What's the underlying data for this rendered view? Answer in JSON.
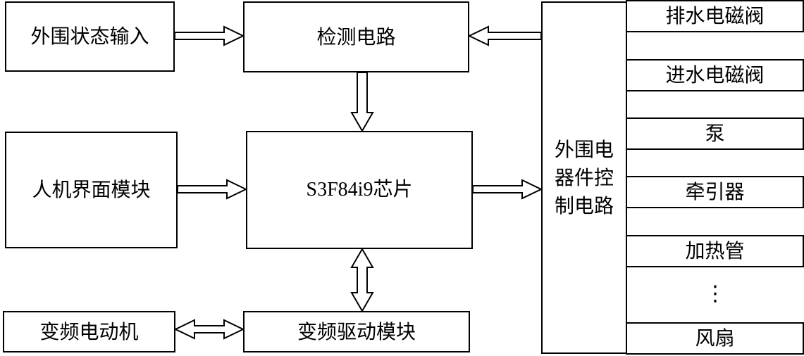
{
  "blocks": {
    "peripheral_input": "外围状态输入",
    "detection_circuit": "检测电路",
    "hmi_module": "人机界面模块",
    "chip": "S3F84i9芯片",
    "vf_motor": "变频电动机",
    "vf_driver": "变频驱动模块",
    "peripheral_control": {
      "line1": "外围电",
      "line2": "器件控",
      "line3": "制电路"
    }
  },
  "outputs": [
    "排水电磁阀",
    "进水电磁阀",
    "泵",
    "牵引器",
    "加热管",
    "风扇"
  ],
  "ellipsis": "⋮"
}
